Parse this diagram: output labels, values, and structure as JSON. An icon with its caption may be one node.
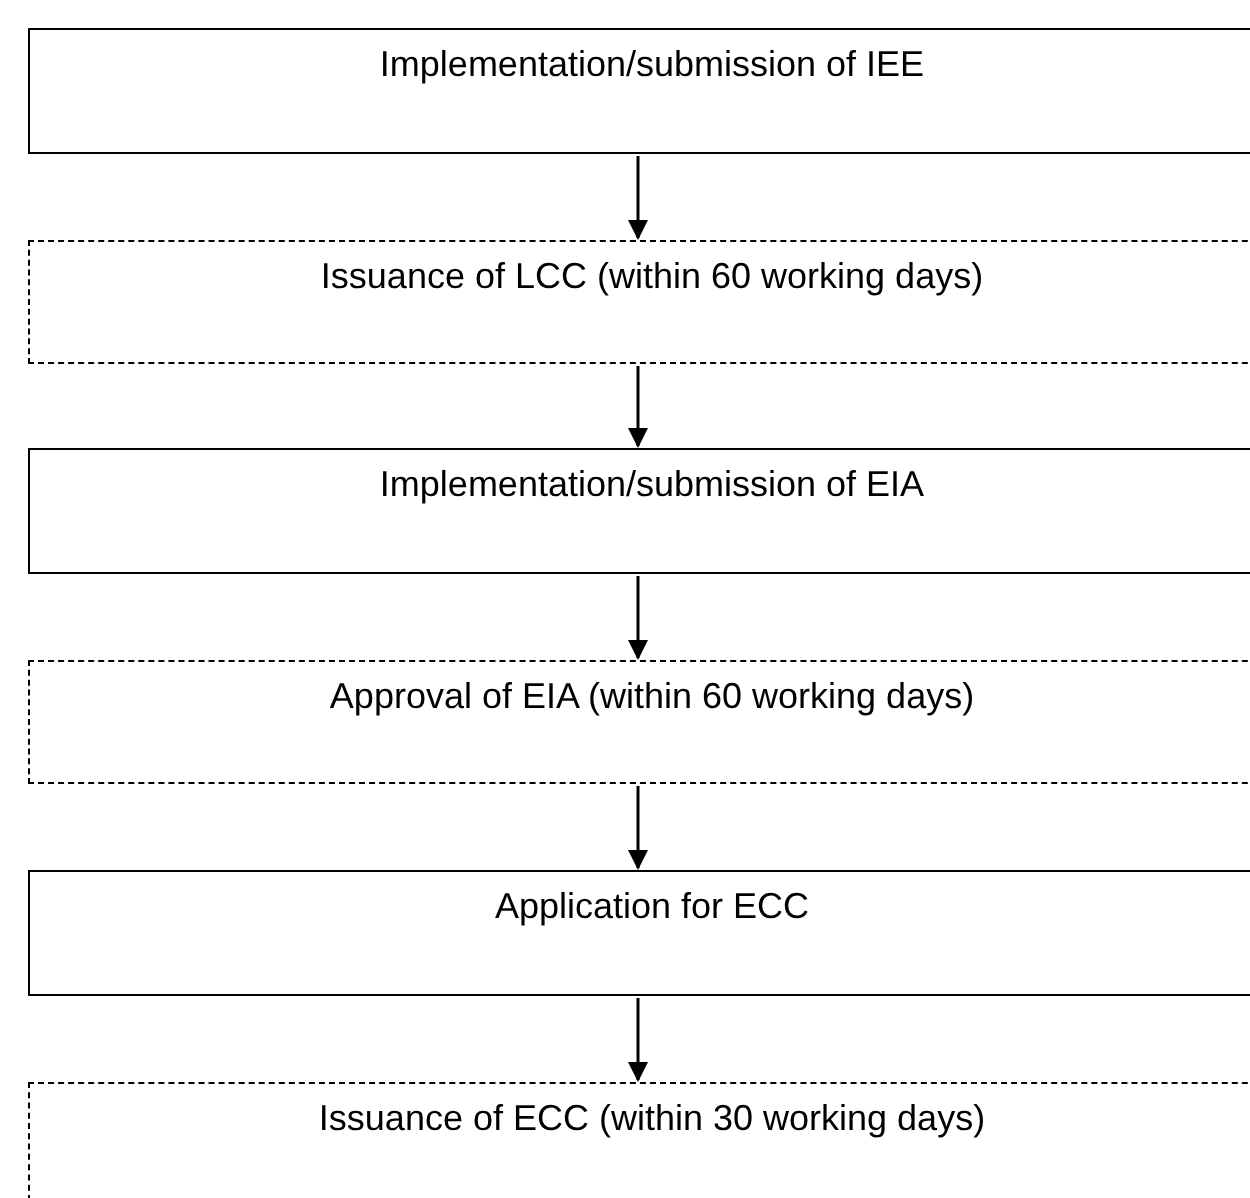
{
  "diagram": {
    "nodes": [
      {
        "text": [
          "Implementation/submission of IEE"
        ]
      },
      {
        "text": [
          "Issuance of LCC (within 60 working days)"
        ]
      },
      {
        "text": [
          "Implementation/submission of EIA"
        ]
      },
      {
        "text": [
          "Approval of EIA (within 60 working days)"
        ]
      },
      {
        "text": [
          "Application for ECC"
        ]
      },
      {
        "text": [
          "Issuance of ECC (within 30 working days)"
        ]
      }
    ],
    "edges": [
      {
        "from": 0,
        "to": 1,
        "arrow": "to"
      },
      {
        "from": 1,
        "to": 2,
        "arrow": "to"
      },
      {
        "from": 2,
        "to": 3,
        "arrow": "to"
      },
      {
        "from": 3,
        "to": 4,
        "arrow": "to"
      },
      {
        "from": 4,
        "to": 5,
        "arrow": "to"
      }
    ]
  }
}
